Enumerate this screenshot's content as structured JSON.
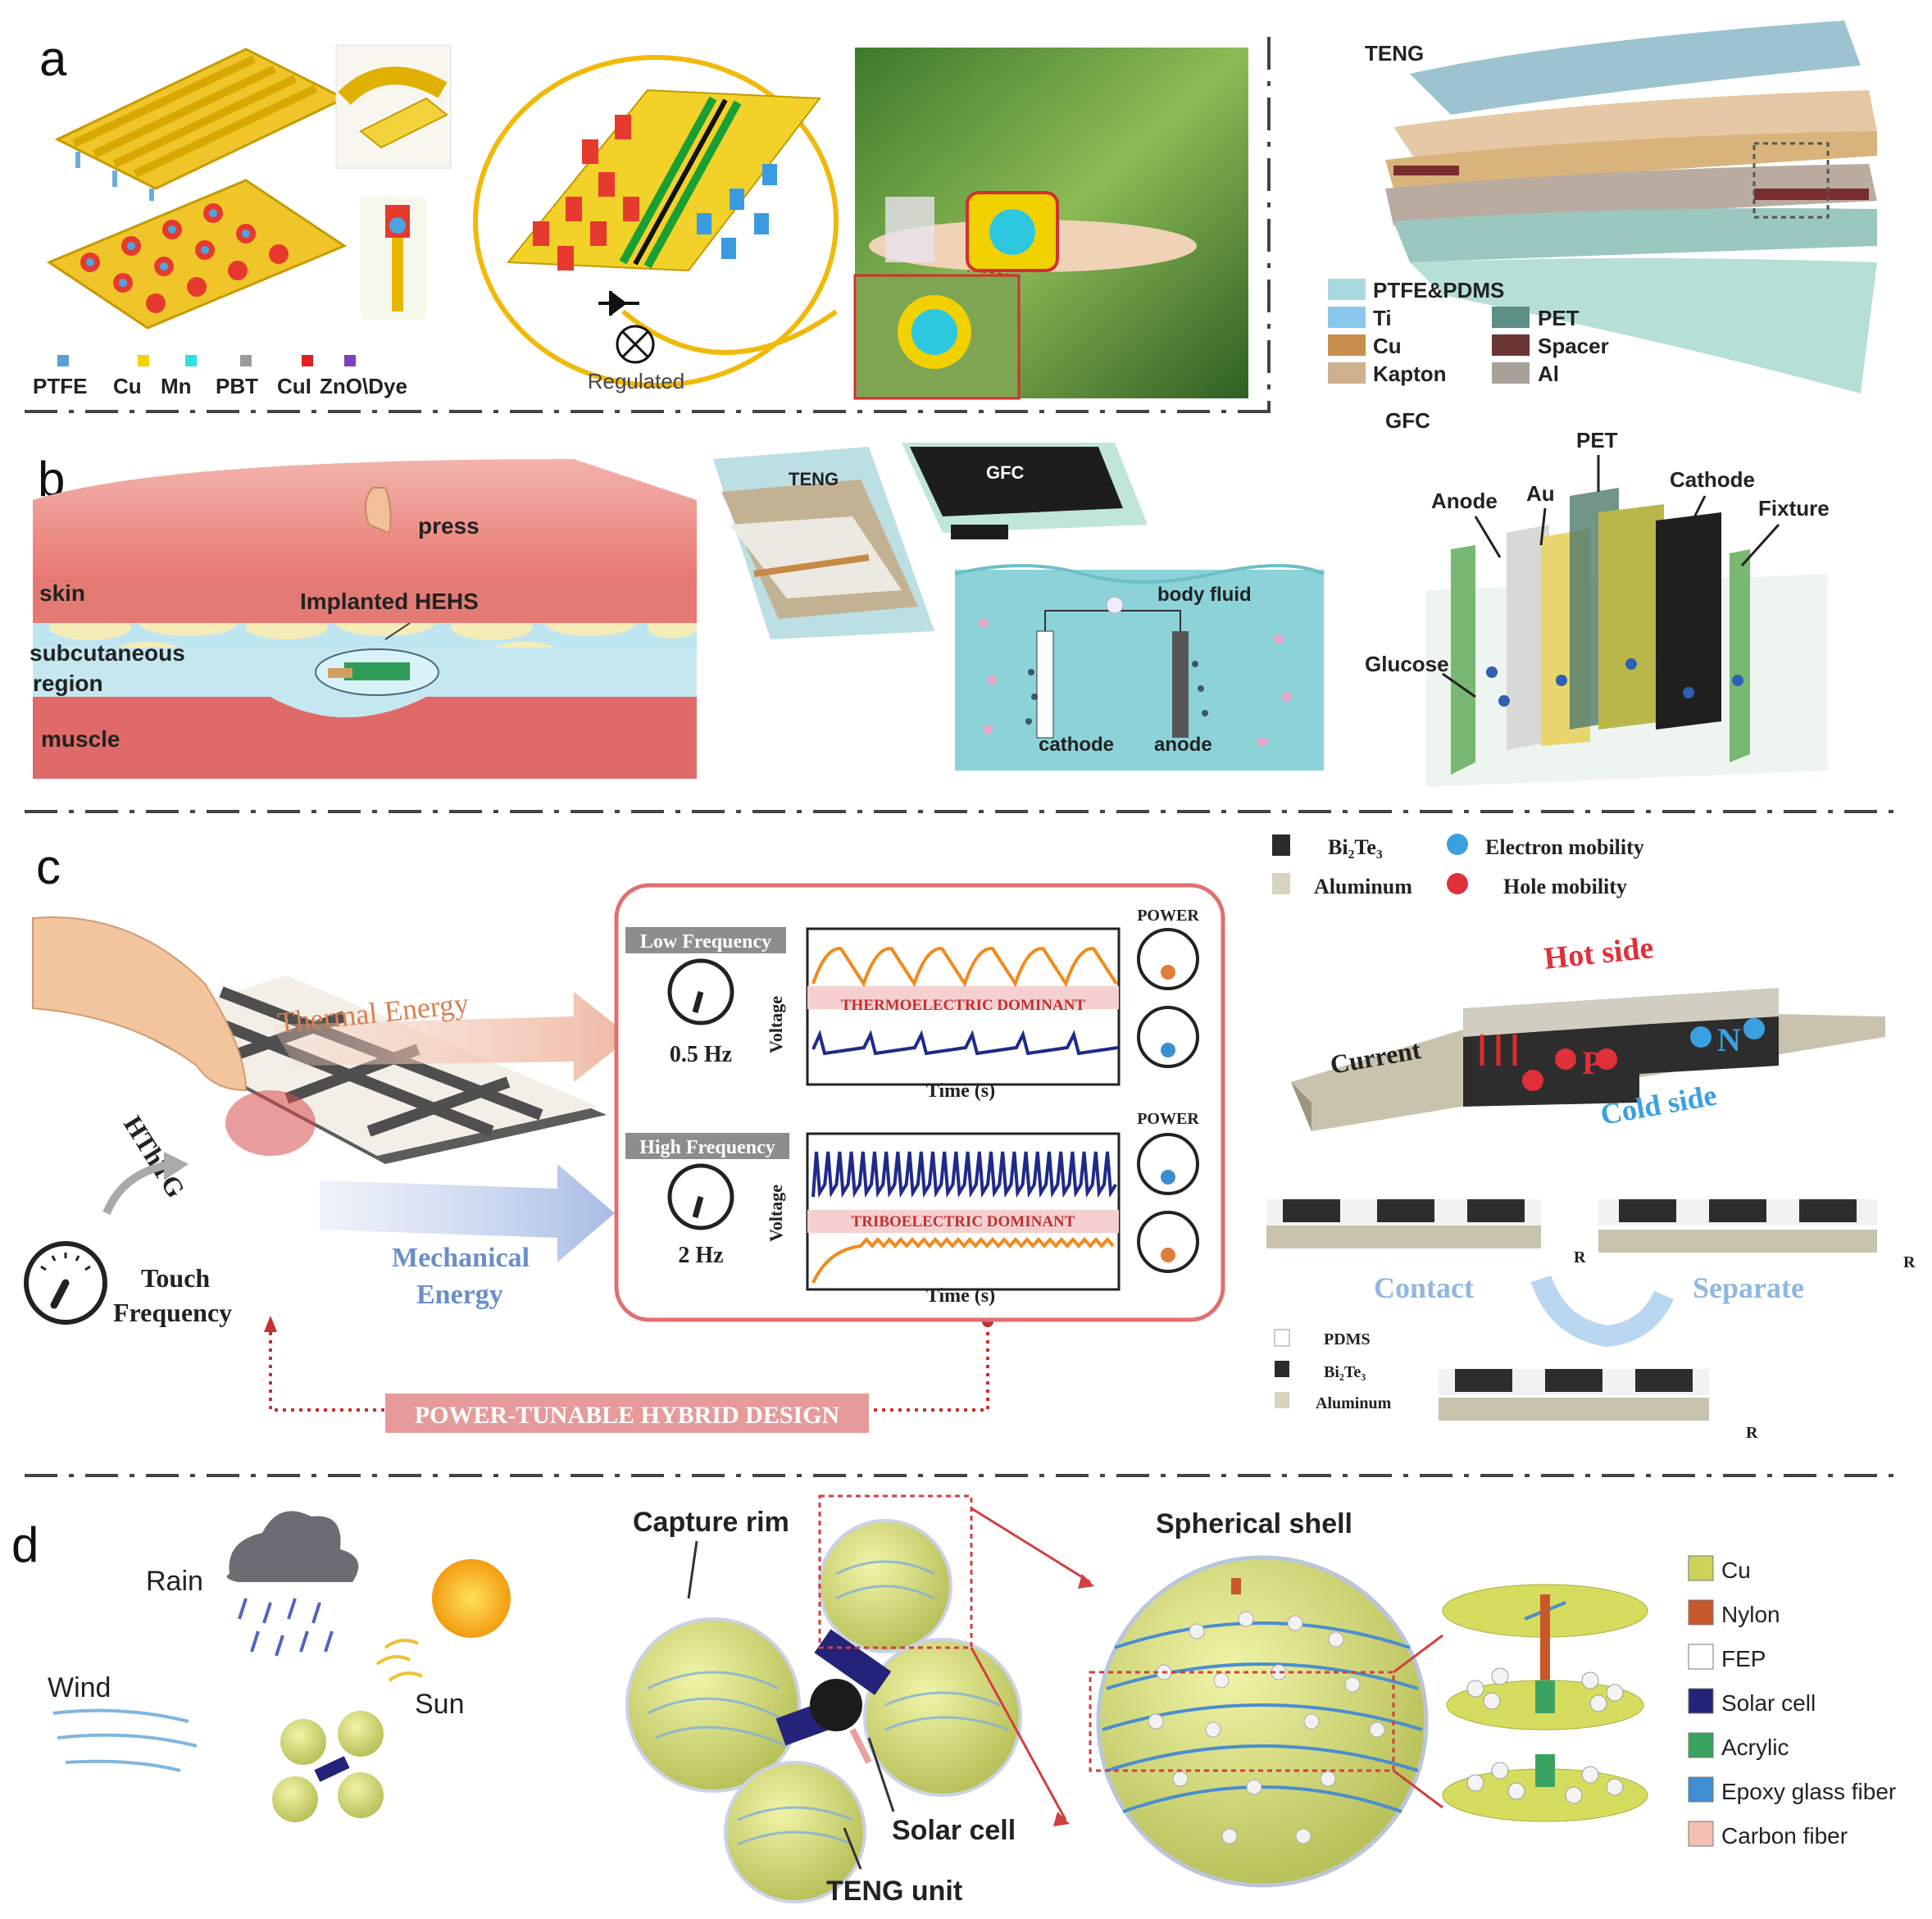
{
  "panels": {
    "a": {
      "letter": "a",
      "legend": [
        "PTFE",
        "Cu",
        "Mn",
        "PBT",
        "CuI",
        "ZnO\\Dye"
      ],
      "legend_colors": [
        "#5aa0d8",
        "#f2d500",
        "#2ee0e0",
        "#9a9a9a",
        "#e02020",
        "#7b3fc4"
      ],
      "regulated": "Regulated",
      "teng_title": "TENG",
      "teng_legend": {
        "left": [
          "PTFE&PDMS",
          "Ti",
          "Cu",
          "Kapton"
        ],
        "right": [
          "PET",
          "Spacer",
          "Al"
        ]
      }
    },
    "b": {
      "letter": "b",
      "press": "press",
      "skin": "skin",
      "subcutaneous": "subcutaneous",
      "region": "region",
      "muscle": "muscle",
      "implanted": "Implanted HEHS",
      "teng": "TENG",
      "gfc": "GFC",
      "body_fluid": "body fluid",
      "cathode": "cathode",
      "anode": "anode",
      "gfc_title": "GFC",
      "pet": "PET",
      "au": "Au",
      "anode_cap": "Anode",
      "cathode_cap": "Cathode",
      "fixture": "Fixture",
      "glucose": "Glucose"
    },
    "c": {
      "letter": "c",
      "thermal_energy": "Thermal Energy",
      "mechanical": "Mechanical",
      "energy": "Energy",
      "hthtg": "HThTG",
      "touch": "Touch",
      "frequency": "Frequency",
      "low_freq": "Low Frequency",
      "high_freq": "High Frequency",
      "hz_low": "0.5 Hz",
      "hz_high": "2 Hz",
      "voltage": "Voltage",
      "time": "Time (s)",
      "power": "POWER",
      "thermo_dominant": "THERMOELECTRIC DOMINANT",
      "tribo_dominant": "TRIBOELECTRIC DOMINANT",
      "hybrid_design": "POWER-TUNABLE HYBRID DESIGN",
      "bi2te3": "Bi₂Te₃",
      "aluminum": "Aluminum",
      "electron_mobility": "Electron mobility",
      "hole_mobility": "Hole mobility",
      "hot_side": "Hot side",
      "cold_side": "Cold side",
      "current": "Current",
      "contact": "Contact",
      "separate": "Separate",
      "pdms": "PDMS",
      "r": "R",
      "n": "N",
      "p": "P"
    },
    "d": {
      "letter": "d",
      "rain": "Rain",
      "wind": "Wind",
      "sun": "Sun",
      "capture_rim": "Capture rim",
      "solar_cell": "Solar cell",
      "teng_unit": "TENG unit",
      "spherical_shell": "Spherical shell",
      "legend": [
        "Cu",
        "Nylon",
        "FEP",
        "Solar cell",
        "Acrylic",
        "Epoxy glass fiber",
        "Carbon fiber"
      ],
      "legend_colors": [
        "#cdd35a",
        "#c8582a",
        "#ffffff",
        "#23237a",
        "#3aa260",
        "#3f8fd2",
        "#f4c0b0"
      ]
    }
  }
}
